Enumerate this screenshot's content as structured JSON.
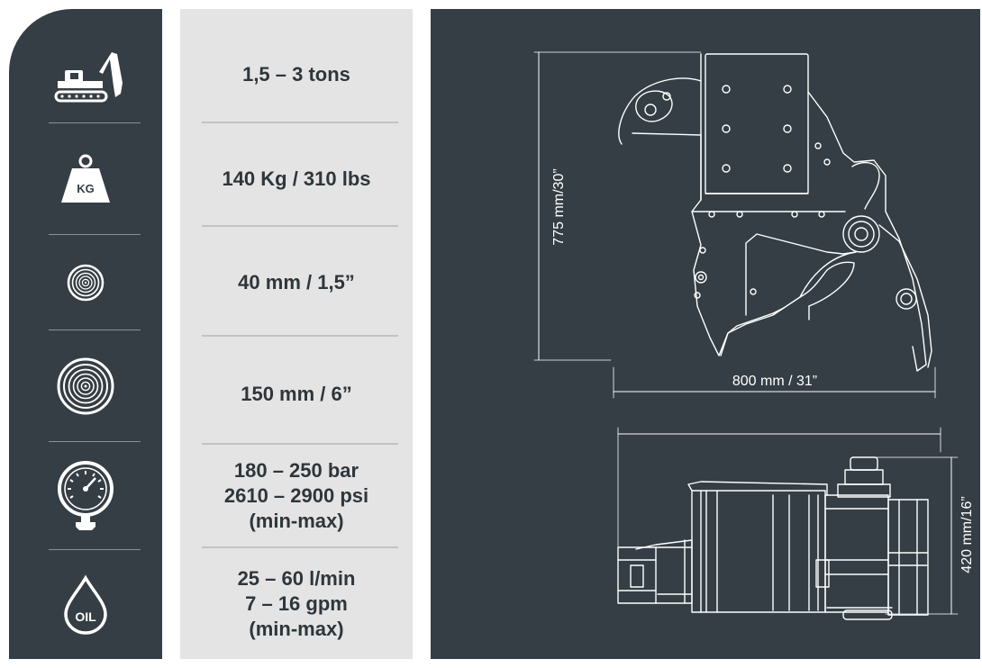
{
  "specs": [
    {
      "icon": "excavator-icon",
      "lines": [
        "1,5 – 3 tons"
      ]
    },
    {
      "icon": "weight-kg-icon",
      "icon_text": "KG",
      "lines": [
        "140 Kg / 310 lbs"
      ]
    },
    {
      "icon": "small-log-icon",
      "lines": [
        "40 mm / 1,5”"
      ]
    },
    {
      "icon": "large-log-icon",
      "lines": [
        "150 mm / 6”"
      ]
    },
    {
      "icon": "pressure-gauge-icon",
      "lines": [
        "180 – 250 bar",
        "2610 – 2900 psi",
        "(min-max)"
      ]
    },
    {
      "icon": "oil-drop-icon",
      "icon_text": "OIL",
      "lines": [
        "25 – 60 l/min",
        "7 – 16 gpm",
        "(min-max)"
      ]
    }
  ],
  "drawing": {
    "height_label": "775 mm/30”",
    "width_label": "800 mm / 31”",
    "depth_label": "420 mm/16”"
  },
  "colors": {
    "dark_panel": "#353e44",
    "light_panel": "#e4e4e4",
    "line": "#ffffff",
    "text": "#2e363b"
  }
}
